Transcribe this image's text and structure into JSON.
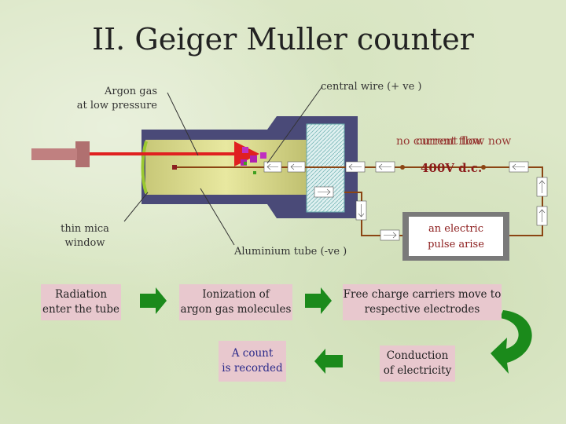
{
  "title": "II.  Geiger Muller counter",
  "labels": {
    "argon_gas_line1": "Argon gas",
    "argon_gas_line2": "at low pressure",
    "central_wire": "central wire  (+ ve )",
    "no_current_flow": "no current flow",
    "current_flow_now": "current flow now",
    "voltage": "400V d.c.",
    "thin_mica_line1": "thin mica",
    "thin_mica_line2": "window",
    "aluminium_tube": "Aluminium tube (-ve )",
    "pulse_line1": "an electric",
    "pulse_line2": "pulse arise"
  },
  "process_boxes": {
    "radiation_line1": "Radiation",
    "radiation_line2": "enter the tube",
    "ionization_line1": "Ionization of",
    "ionization_line2": "argon gas molecules",
    "free_charge_line1": "Free charge carriers move to",
    "free_charge_line2": "respective electrodes",
    "conduction_line1": "Conduction",
    "conduction_line2": "of electricity",
    "count_line1": "A count",
    "count_line2": "is recorded"
  },
  "colors": {
    "box_fill": "#e8c8ce",
    "arrow_green": "#1b8a1b",
    "tube_body": "#4a4a78",
    "tube_inner": "#d8d890",
    "circuit_wire": "#8b4513",
    "radiation_beam": "#e02020",
    "wire_red_text": "#8b1a1a",
    "meter_box": "#7a7a7a"
  }
}
